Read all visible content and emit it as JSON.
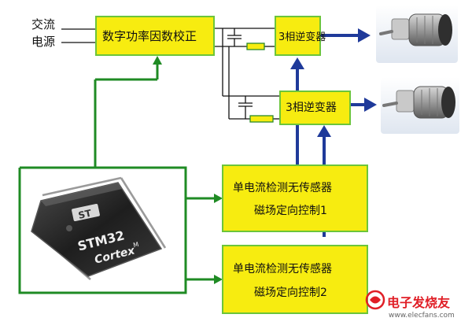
{
  "inputs": {
    "ac_label": "交流",
    "power_label": "电源"
  },
  "blocks": {
    "pfc": "数字功率因数校正",
    "inverter_1": "3相逆变器",
    "inverter_2": "3相逆变器",
    "foc_1": {
      "line1": "单电流检测无传感器",
      "line2": "磁场定向控制1"
    },
    "foc_2": {
      "line1": "单电流检测无传感器",
      "line2": "磁场定向控制2"
    }
  },
  "chip": {
    "brand": "STM32",
    "core": "Cortex",
    "core_suffix": "M"
  },
  "watermark": {
    "text": "电子发烧友",
    "url": "www.elecfans.com"
  },
  "colors": {
    "block_fill": "#f7ec10",
    "block_border": "#6cc53a",
    "green_wire": "#1f8b24",
    "blue_arrow": "#1f3a9a",
    "black_wire": "#111111",
    "watermark": "#e01e26"
  },
  "icons": [
    "motor-icon",
    "motor-icon",
    "stm32-chip-icon",
    "watermark-logo-icon"
  ]
}
